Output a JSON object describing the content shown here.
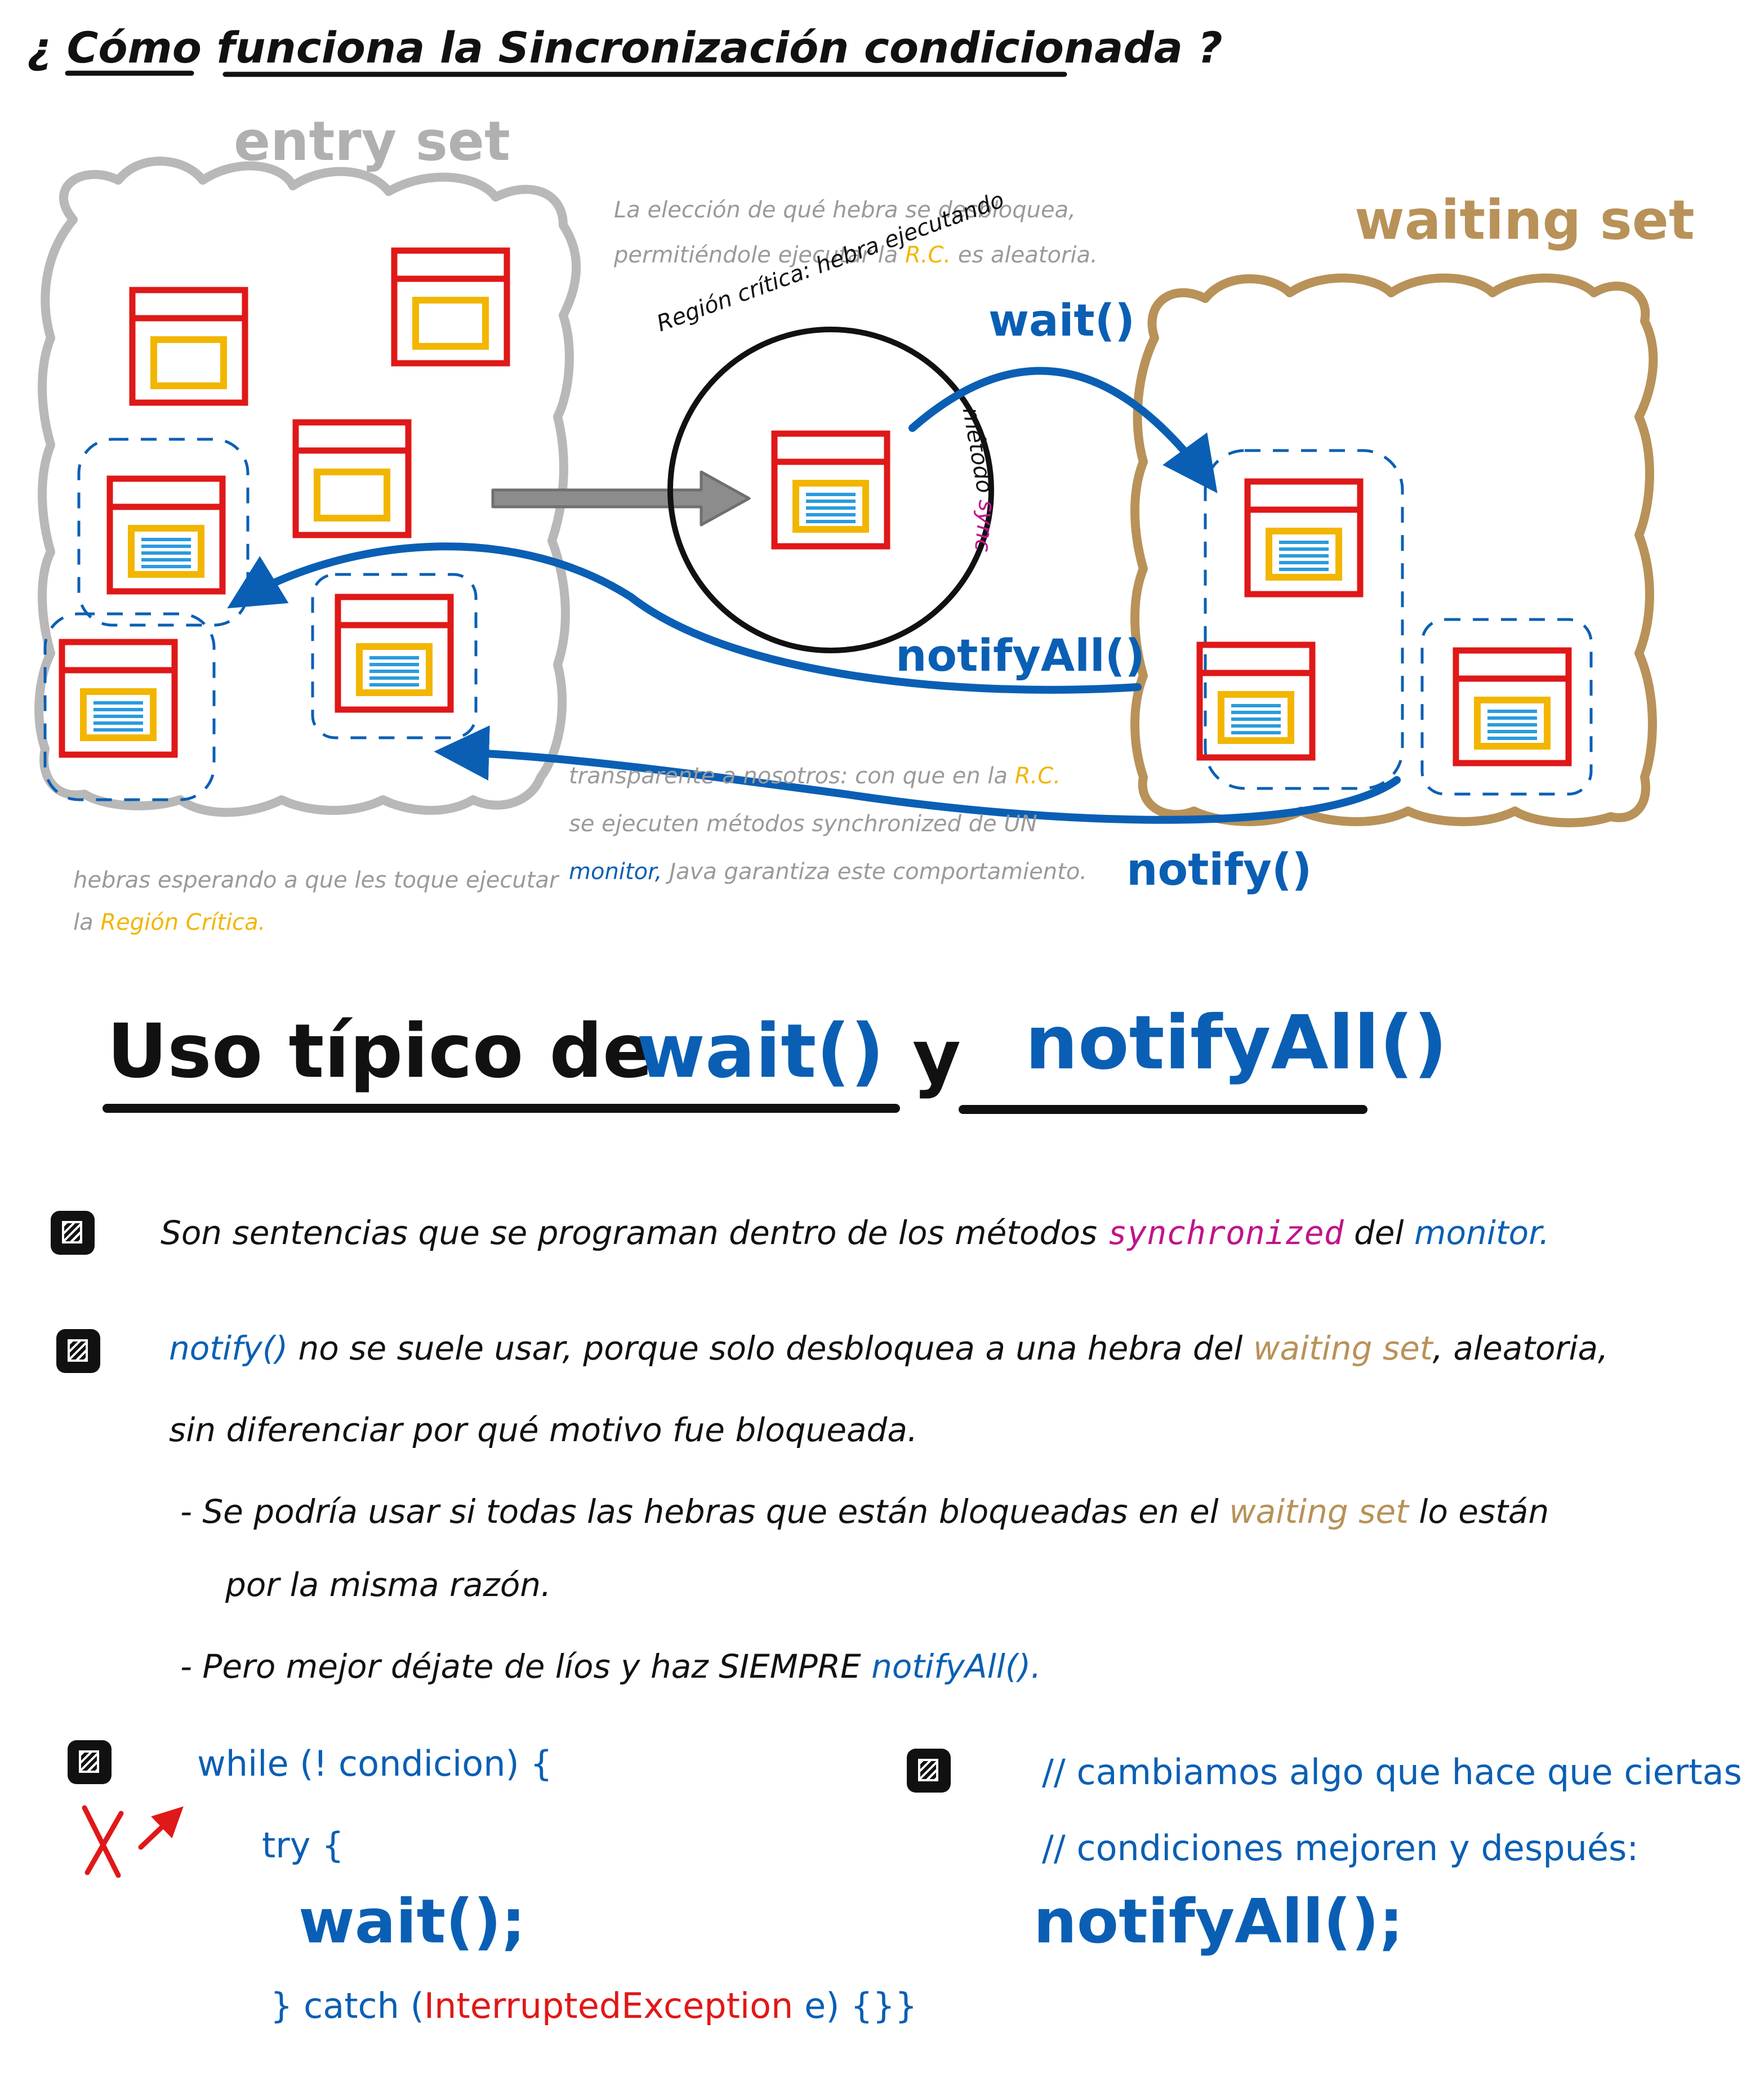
{
  "title": {
    "question_open": "¿",
    "text": "Cómo funciona la Sincronización condicionada",
    "question_close": "?"
  },
  "diagram": {
    "entry_set_label": "entry set",
    "waiting_set_label": "waiting set",
    "circle_top_label": "Región crítica: hebra ejecutando",
    "circle_side_label": "método",
    "circle_sync_label": "sync",
    "note_random": {
      "line1": "La elección de qué hebra se desbloquea,",
      "line2_pre": "permitiéndole ejecutar la",
      "line2_rc": "R.C.",
      "line2_post": "es aleatoria."
    },
    "note_transparent": {
      "line1_pre": "transparente a nosotros: con que en la",
      "line1_rc": "R.C.",
      "line2": "se ejecuten métodos synchronized de UN",
      "line3_monitor": "monitor,",
      "line3_post": "Java garantiza este comportamiento."
    },
    "note_waiting_threads": {
      "line1": "hebras esperando a que les toque ejecutar",
      "line2_pre": "la",
      "line2_region": "Región Crítica."
    },
    "arrow_wait": "wait()",
    "arrow_notifyall": "notifyAll()",
    "arrow_notify": "notify()",
    "colors": {
      "entry_cloud": "#b8b8b8",
      "waiting_cloud": "#b89258",
      "thread_red": "#e01818",
      "thread_yellow": "#f2b600",
      "stripes_blue": "#2a9be0",
      "arrow_blue": "#0a5fb4",
      "arrow_grey": "#8c8c8c"
    }
  },
  "section": {
    "uso": "Uso típico de",
    "wait": "wait()",
    "y": "y",
    "notifyall": "notifyAll()"
  },
  "bullets": {
    "b1": {
      "pre": "Son sentencias que se programan dentro de los métodos",
      "sync": "synchronized",
      "mid": "del",
      "monitor": "monitor."
    },
    "b2": {
      "notify": "notify()",
      "pre": "no se suele usar, porque solo desbloquea a una hebra del",
      "waiting": "waiting set",
      "post": ", aleatoria,",
      "line2": "sin diferenciar por qué motivo fue bloqueada.",
      "sub1_pre": "- Se podría usar si todas las hebras que están bloqueadas en el",
      "sub1_waiting": "waiting set",
      "sub1_post": "lo están",
      "sub1_line2": "por la misma razón.",
      "sub2_pre": "- Pero mejor déjate de líos y haz SIEMPRE",
      "sub2_call": "notifyAll().",
      "sub2_period": ""
    }
  },
  "code_left": {
    "line1": "while (! condicion) {",
    "line2": "try {",
    "line3": "wait();",
    "line4_pre": "} catch (",
    "line4_exc": "InterruptedException",
    "line4_post": "e) {}}",
    "marker": "X"
  },
  "code_right": {
    "line1": "// cambiamos algo que hace que ciertas",
    "line2": "// condiciones mejoren y después:",
    "line3": "notifyAll();"
  }
}
